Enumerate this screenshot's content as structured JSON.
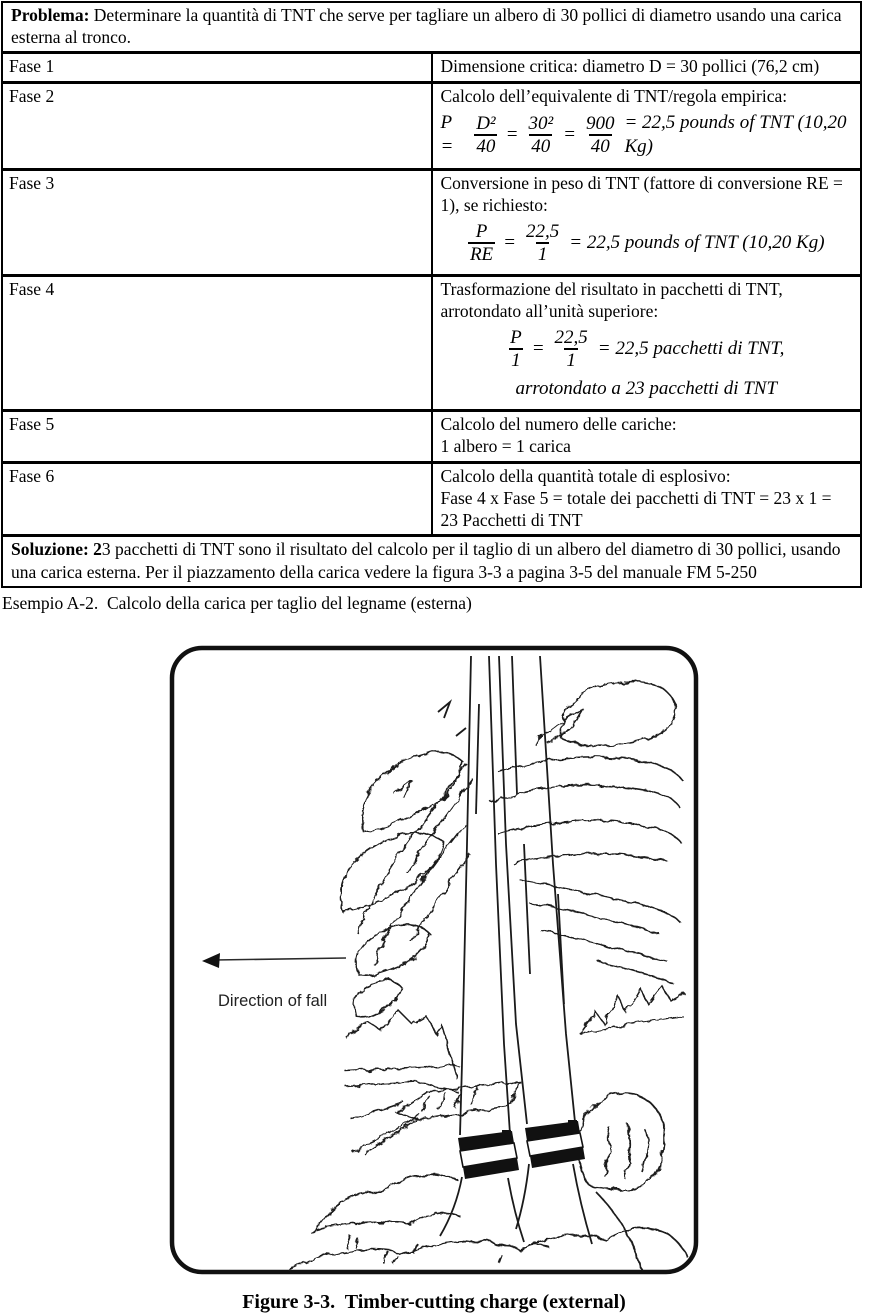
{
  "colors": {
    "ink": "#000000",
    "paper": "#ffffff"
  },
  "problema": {
    "label": "Problema:",
    "text": "Determinare la quantità di TNT che serve per tagliare un albero di 30 pollici di diametro usando una carica esterna al tronco."
  },
  "fasi": [
    {
      "name": "Fase 1",
      "lines": [
        "Dimensione critica: diametro D = 30 pollici (76,2 cm)"
      ]
    },
    {
      "name": "Fase 2",
      "intro": "Calcolo dell’equivalente di TNT/regola empirica:",
      "formula": {
        "pre": "P =",
        "f1n": "D²",
        "f1d": "40",
        "eq1": "=",
        "f2n": "30²",
        "f2d": "40",
        "eq2": "=",
        "f3n": "900",
        "f3d": "40",
        "post": "= 22,5 pounds of TNT (10,20 Kg)"
      }
    },
    {
      "name": "Fase 3",
      "intro": "Conversione in peso di TNT (fattore di conversione RE = 1), se richiesto:",
      "formula": {
        "f1n": "P",
        "f1d": "RE",
        "eq1": "=",
        "f2n": "22,5",
        "f2d": "1",
        "post": "= 22,5 pounds of TNT (10,20 Kg)"
      }
    },
    {
      "name": "Fase 4",
      "intro": "Trasformazione del risultato in pacchetti di TNT, arrotondato all’unità superiore:",
      "formula": {
        "f1n": "P",
        "f1d": "1",
        "eq1": "=",
        "f2n": "22,5",
        "f2d": "1",
        "post": "= 22,5 pacchetti di TNT,"
      },
      "formula_line2": "arrotondato a 23 pacchetti di TNT"
    },
    {
      "name": "Fase 5",
      "lines": [
        "Calcolo del numero delle cariche:",
        "1 albero = 1 carica"
      ]
    },
    {
      "name": "Fase 6",
      "lines": [
        "Calcolo della quantità totale di esplosivo:",
        "Fase 4 x Fase 5 = totale dei pacchetti di TNT = 23 x 1 = 23 Pacchetti di TNT"
      ]
    }
  ],
  "soluzione": {
    "bold": "Soluzione: 2",
    "rest": "3 pacchetti di TNT sono il risultato del calcolo per il taglio di un albero del diametro di 30 pollici, usando una carica esterna. Per il piazzamento della carica vedere la figura 3-3 a pagina 3-5 del manuale FM 5-250"
  },
  "esempio_caption": "Esempio A-2.  Calcolo della carica per taglio del legname (esterna)",
  "figure": {
    "direction_label": "Direction of fall",
    "caption": "Figure 3-3.  Timber-cutting charge (external)"
  }
}
